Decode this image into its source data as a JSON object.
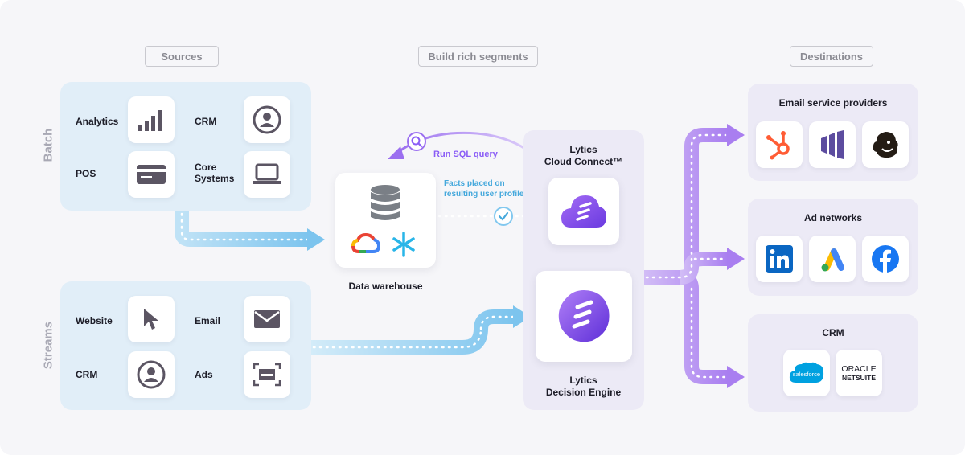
{
  "sections": {
    "sources": "Sources",
    "build": "Build rich segments",
    "destinations": "Destinations"
  },
  "batch": {
    "label": "Batch",
    "items": [
      {
        "label": "Analytics",
        "icon": "bar-chart-icon"
      },
      {
        "label": "CRM",
        "icon": "user-circle-icon"
      },
      {
        "label": "POS",
        "icon": "credit-card-icon"
      },
      {
        "label": "Core\nSystems",
        "icon": "laptop-icon"
      }
    ]
  },
  "streams": {
    "label": "Streams",
    "items": [
      {
        "label": "Website",
        "icon": "cursor-icon"
      },
      {
        "label": "Email",
        "icon": "envelope-icon"
      },
      {
        "label": "CRM",
        "icon": "user-circle-icon"
      },
      {
        "label": "Ads",
        "icon": "ad-frame-icon"
      }
    ]
  },
  "warehouse": {
    "label": "Data warehouse",
    "icons": [
      "database-icon",
      "google-cloud-icon",
      "snowflake-icon"
    ]
  },
  "annotations": {
    "sql": "Run SQL query",
    "facts": "Facts placed on\nresulting user profile"
  },
  "lytics": {
    "cloud_connect": "Lytics\nCloud Connect™",
    "decision_engine": "Lytics\nDecision Engine"
  },
  "destinations": {
    "email": {
      "title": "Email service providers",
      "logos": [
        "hubspot-icon",
        "marketo-icon",
        "mailchimp-icon"
      ]
    },
    "ads": {
      "title": "Ad networks",
      "logos": [
        "linkedin-icon",
        "google-ads-icon",
        "facebook-icon"
      ]
    },
    "crm": {
      "title": "CRM",
      "logos": [
        "salesforce-icon",
        "oracle-netsuite-icon"
      ]
    }
  },
  "logo_text": {
    "salesforce": "salesforce",
    "oracle": "ORACLE",
    "netsuite": "NETSUITE"
  },
  "colors": {
    "blue_flow": "#7cc4ee",
    "purple_flow": "#b58ef2",
    "icon_gray": "#5b5563",
    "brand_purple": "#7b4fe0"
  }
}
